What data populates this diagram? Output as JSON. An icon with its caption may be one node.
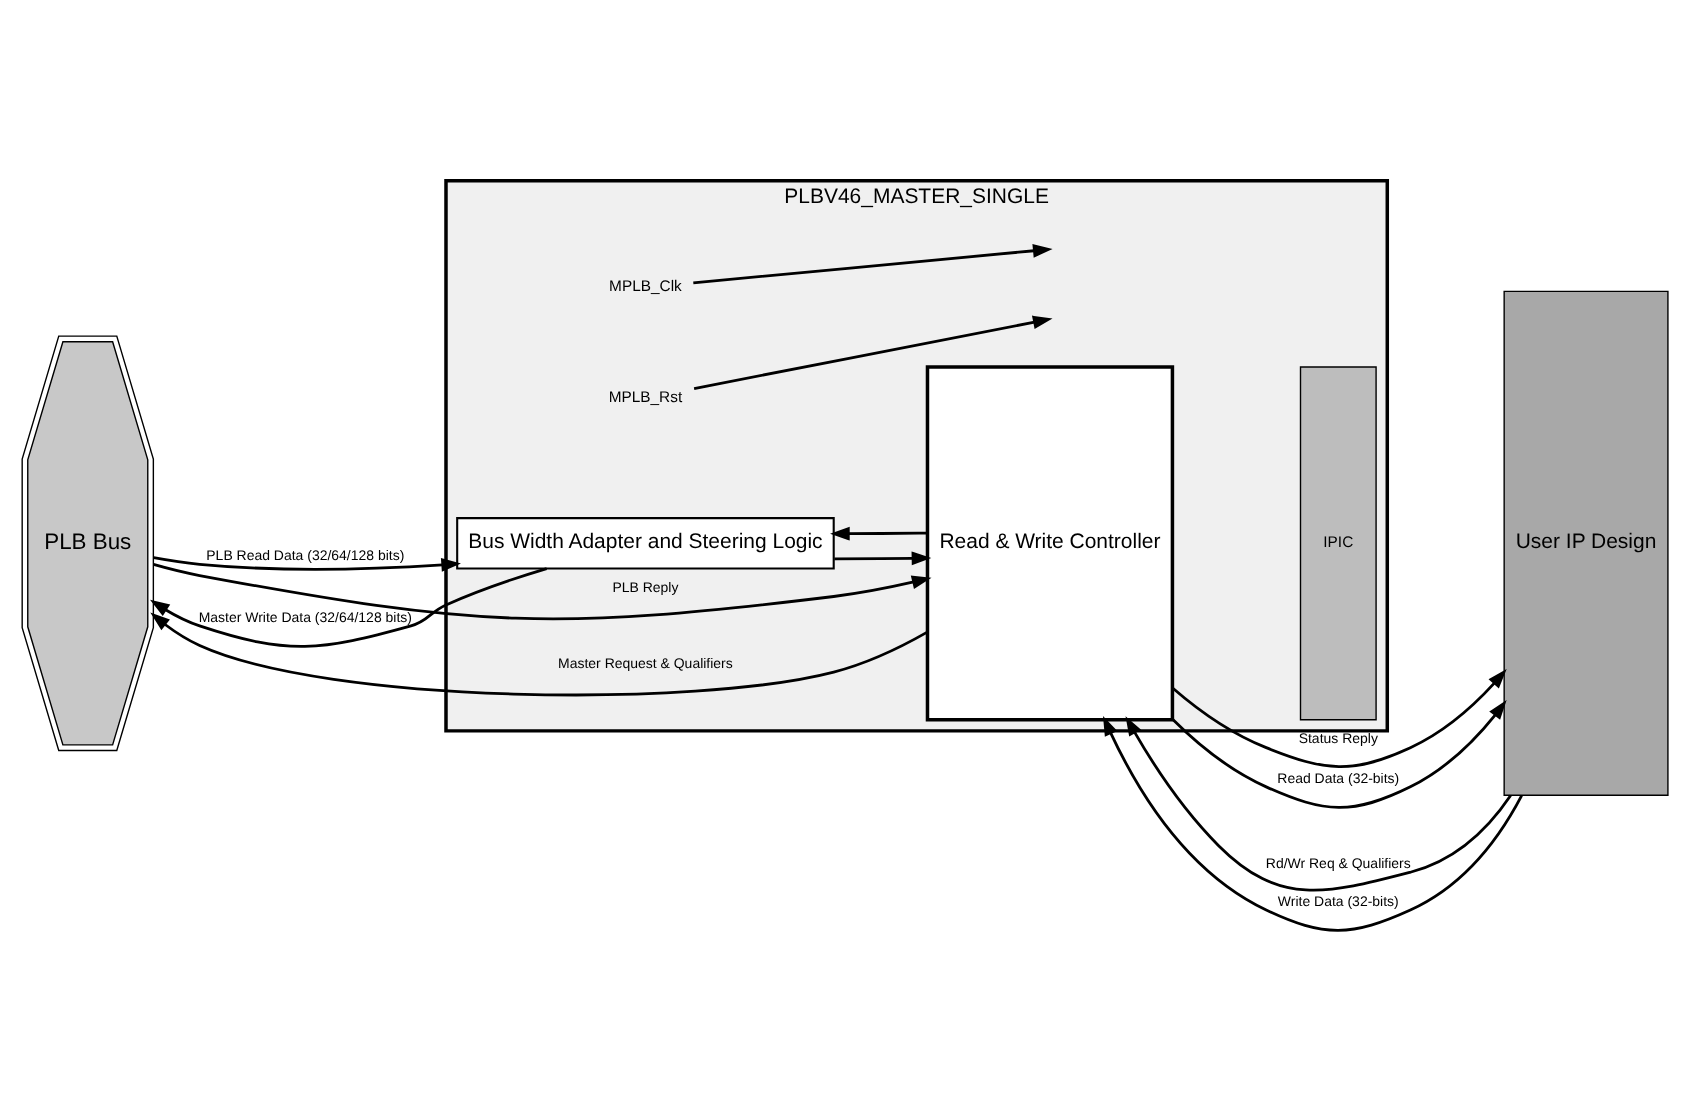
{
  "diagram": {
    "nodes": [
      {
        "text": [
          "PLB Bus"
        ]
      },
      {
        "text": [
          "PLBV46_MASTER_SINGLE"
        ]
      },
      {
        "text": [
          "MPLB_Clk"
        ],
        "in": 1
      },
      {
        "text": [
          "MPLB_Rst"
        ],
        "in": 1
      },
      {
        "text": [
          "IPIC"
        ],
        "in": 1
      },
      {
        "text": [
          "Read & Write Controller"
        ],
        "in": 1
      },
      {
        "text": [
          "Bus Width Adapter and Steering Logic"
        ],
        "in": 1
      },
      {
        "text": [
          "User IP Design"
        ]
      }
    ],
    "edges": [
      {
        "from": 2,
        "to": null,
        "arrow": "to"
      },
      {
        "from": 3,
        "to": null,
        "arrow": "to"
      },
      {
        "from": 5,
        "to": 0,
        "arrow": "to",
        "label": "Master Request & Qualifiers"
      },
      {
        "from": 0,
        "to": 5,
        "arrow": "to",
        "label": "PLB Reply"
      },
      {
        "from": 5,
        "to": 6,
        "arrow": "to"
      },
      {
        "from": 6,
        "to": 0,
        "arrow": "to",
        "label": "Master Write Data (32/64/128 bits)"
      },
      {
        "from": 0,
        "to": 6,
        "arrow": "to",
        "label": "PLB Read Data (32/64/128 bits)"
      },
      {
        "from": 6,
        "to": 5,
        "arrow": "to"
      },
      {
        "from": 7,
        "to": 5,
        "arrow": "to",
        "label": "Rd/Wr Req & Qualifiers"
      },
      {
        "from": 5,
        "to": 7,
        "arrow": "to",
        "label": "Status Reply"
      },
      {
        "from": 7,
        "to": 5,
        "arrow": "to",
        "label": "Write Data (32-bits)"
      },
      {
        "from": 5,
        "to": 7,
        "arrow": "to",
        "label": "Read Data (32-bits)"
      }
    ]
  }
}
